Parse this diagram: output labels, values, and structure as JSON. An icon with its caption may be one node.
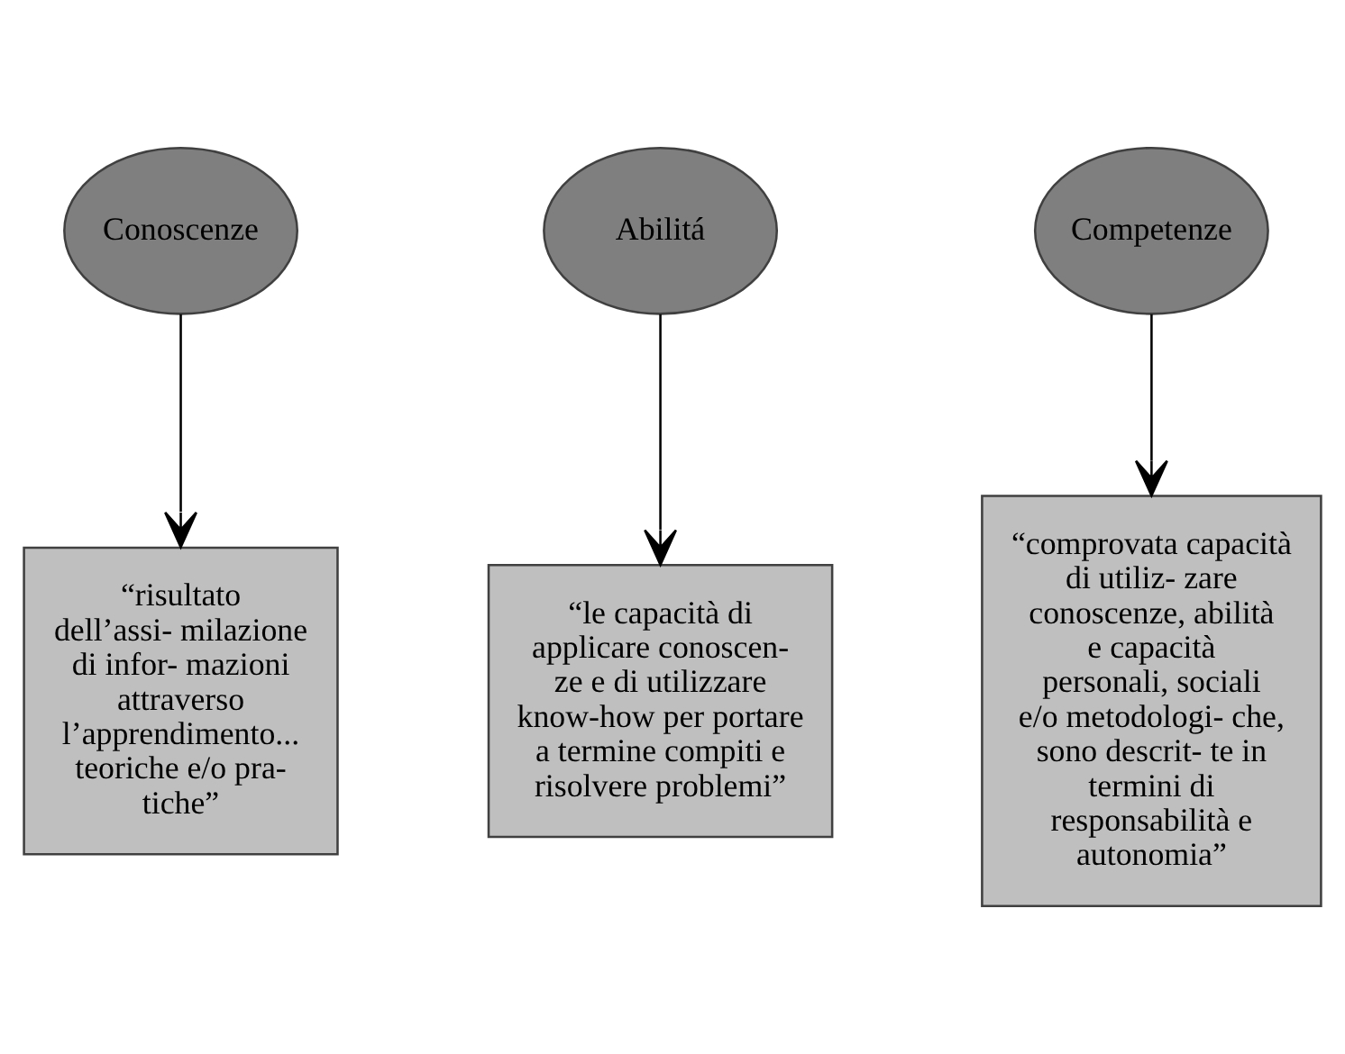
{
  "diagram": {
    "nodes": [
      {
        "text": [
          "Conoscenze"
        ]
      },
      {
        "text": [
          "Abilitá"
        ]
      },
      {
        "text": [
          "Competenze"
        ]
      },
      {
        "text": [
          "“risultato dell’assi- milazione di infor- mazioni attraverso l’apprendimento... teoriche e/o pra- tiche”"
        ]
      },
      {
        "text": [
          "“le capacità di applicare conoscen- ze e di utilizzare know-how per portare a termine compiti e risolvere problemi”"
        ]
      },
      {
        "text": [
          "“comprovata capacità di utiliz- zare conoscenze, abilità e capacità personali, sociali e/o metodologi- che, sono descrit- te in termini di responsabilità e autonomia”"
        ]
      }
    ],
    "edges": [
      {
        "from": 0,
        "to": 3,
        "arrow": "to"
      },
      {
        "from": 1,
        "to": 4,
        "arrow": "to"
      },
      {
        "from": 2,
        "to": 5,
        "arrow": "to"
      }
    ]
  }
}
